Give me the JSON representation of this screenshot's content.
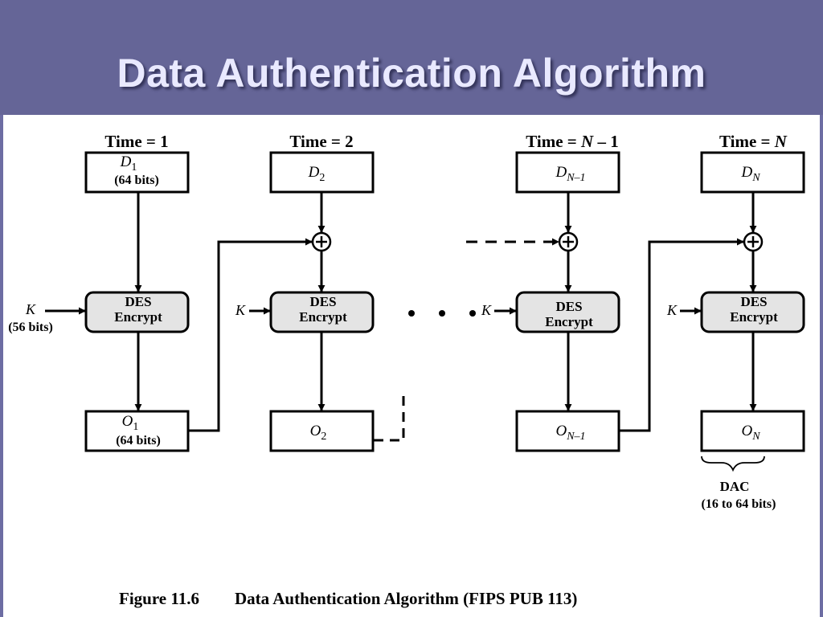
{
  "slide": {
    "title": "Data Authentication Algorithm",
    "background_color": "#656597"
  },
  "diagram": {
    "time_labels": [
      "Time = 1",
      "Time = 2",
      "Time = N – 1",
      "Time = N"
    ],
    "time_labels_parts": [
      {
        "pre": "Time = 1",
        "var": "",
        "post": ""
      },
      {
        "pre": "Time = 2",
        "var": "",
        "post": ""
      },
      {
        "pre": "Time = ",
        "var": "N",
        "post": " – 1"
      },
      {
        "pre": "Time = ",
        "var": "N",
        "post": ""
      }
    ],
    "data_blocks": [
      {
        "var": "D",
        "sub": "1",
        "note": "(64 bits)"
      },
      {
        "var": "D",
        "sub": "2",
        "note": ""
      },
      {
        "var": "D",
        "sub": "N–1",
        "note": ""
      },
      {
        "var": "D",
        "sub": "N",
        "note": ""
      }
    ],
    "encrypt_line1": "DES",
    "encrypt_line2": "Encrypt",
    "key_label": "K",
    "key_note": "(56 bits)",
    "output_blocks": [
      {
        "var": "O",
        "sub": "1",
        "note": "(64 bits)"
      },
      {
        "var": "O",
        "sub": "2",
        "note": ""
      },
      {
        "var": "O",
        "sub": "N–1",
        "note": ""
      },
      {
        "var": "O",
        "sub": "N",
        "note": ""
      }
    ],
    "xor_symbol": "+",
    "dac_label": "DAC",
    "dac_note": "(16 to 64 bits)",
    "caption_number": "Figure 11.6",
    "caption_text": "Data Authentication Algorithm (FIPS PUB 113)",
    "encrypt_fill": "#e4e4e4"
  }
}
